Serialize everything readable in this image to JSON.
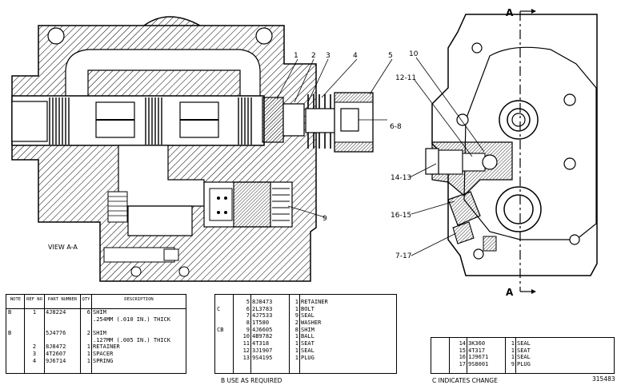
{
  "callouts": {
    "c1": "1",
    "c2": "2",
    "c3": "3",
    "c4": "4",
    "c5": "5",
    "c68": "6-8",
    "c9": "9",
    "c10": "10",
    "c1211": "12-11",
    "c1413": "14-13",
    "c1615": "16-15",
    "c717": "7-17",
    "sectA_top": "A",
    "sectA_bottom": "A"
  },
  "view_label": "VIEW A-A",
  "table_left": {
    "headers": [
      "NOTE",
      "REF NO",
      "PART NUMBER",
      "QTY",
      "DESCRIPTION"
    ],
    "rows": [
      {
        "note": "B",
        "ref": "1",
        "part": "4J8224",
        "qty": "6",
        "desc": "SHIM"
      },
      {
        "note": "",
        "ref": "",
        "part": "",
        "qty": "",
        "desc": ".254MM (.010 IN.) THICK"
      },
      {
        "note": "",
        "ref": "",
        "part": "",
        "qty": "",
        "desc": ""
      },
      {
        "note": "B",
        "ref": "",
        "part": "5J4776",
        "qty": "2",
        "desc": "SHIM"
      },
      {
        "note": "",
        "ref": "",
        "part": "",
        "qty": "",
        "desc": ".127MM (.005 IN.) THICK"
      },
      {
        "note": "",
        "ref": "2",
        "part": "8J8472",
        "qty": "1",
        "desc": "RETAINER"
      },
      {
        "note": "",
        "ref": "3",
        "part": "4T2607",
        "qty": "1",
        "desc": "SPACER"
      },
      {
        "note": "",
        "ref": "4",
        "part": "9J6714",
        "qty": "1",
        "desc": "SPRING"
      }
    ]
  },
  "table_mid": {
    "rows": [
      {
        "note": "",
        "ref": "5",
        "part": "8J8473",
        "qty": "1",
        "desc": "RETAINER"
      },
      {
        "note": "C",
        "ref": "6",
        "part": "2L3783",
        "qty": "1",
        "desc": "BOLT"
      },
      {
        "note": "",
        "ref": "7",
        "part": "4J7533",
        "qty": "9",
        "desc": "SEAL"
      },
      {
        "note": "",
        "ref": "8",
        "part": "1T580",
        "qty": "2",
        "desc": "WASHER"
      },
      {
        "note": "CB",
        "ref": "9",
        "part": "4J6605",
        "qty": "8",
        "desc": "SHIM"
      },
      {
        "note": "",
        "ref": "10",
        "part": "4B9782",
        "qty": "1",
        "desc": "BALL"
      },
      {
        "note": "",
        "ref": "11",
        "part": "4T318",
        "qty": "1",
        "desc": "SEAT"
      },
      {
        "note": "",
        "ref": "12",
        "part": "3J1907",
        "qty": "1",
        "desc": "SEAL"
      },
      {
        "note": "",
        "ref": "13",
        "part": "9S4195",
        "qty": "1",
        "desc": "PLUG"
      }
    ]
  },
  "table_right": {
    "rows": [
      {
        "note": "",
        "ref": "14",
        "part": "3K360",
        "qty": "1",
        "desc": "SEAL"
      },
      {
        "note": "",
        "ref": "15",
        "part": "4T317",
        "qty": "1",
        "desc": "SEAT"
      },
      {
        "note": "",
        "ref": "16",
        "part": "1J9671",
        "qty": "1",
        "desc": "SEAL"
      },
      {
        "note": "",
        "ref": "17",
        "part": "9S8001",
        "qty": "9",
        "desc": "PLUG"
      }
    ]
  },
  "footnotes": {
    "b": "B   USE AS REQUIRED",
    "c": "C   INDICATES CHANGE",
    "figure_no": "315483"
  }
}
